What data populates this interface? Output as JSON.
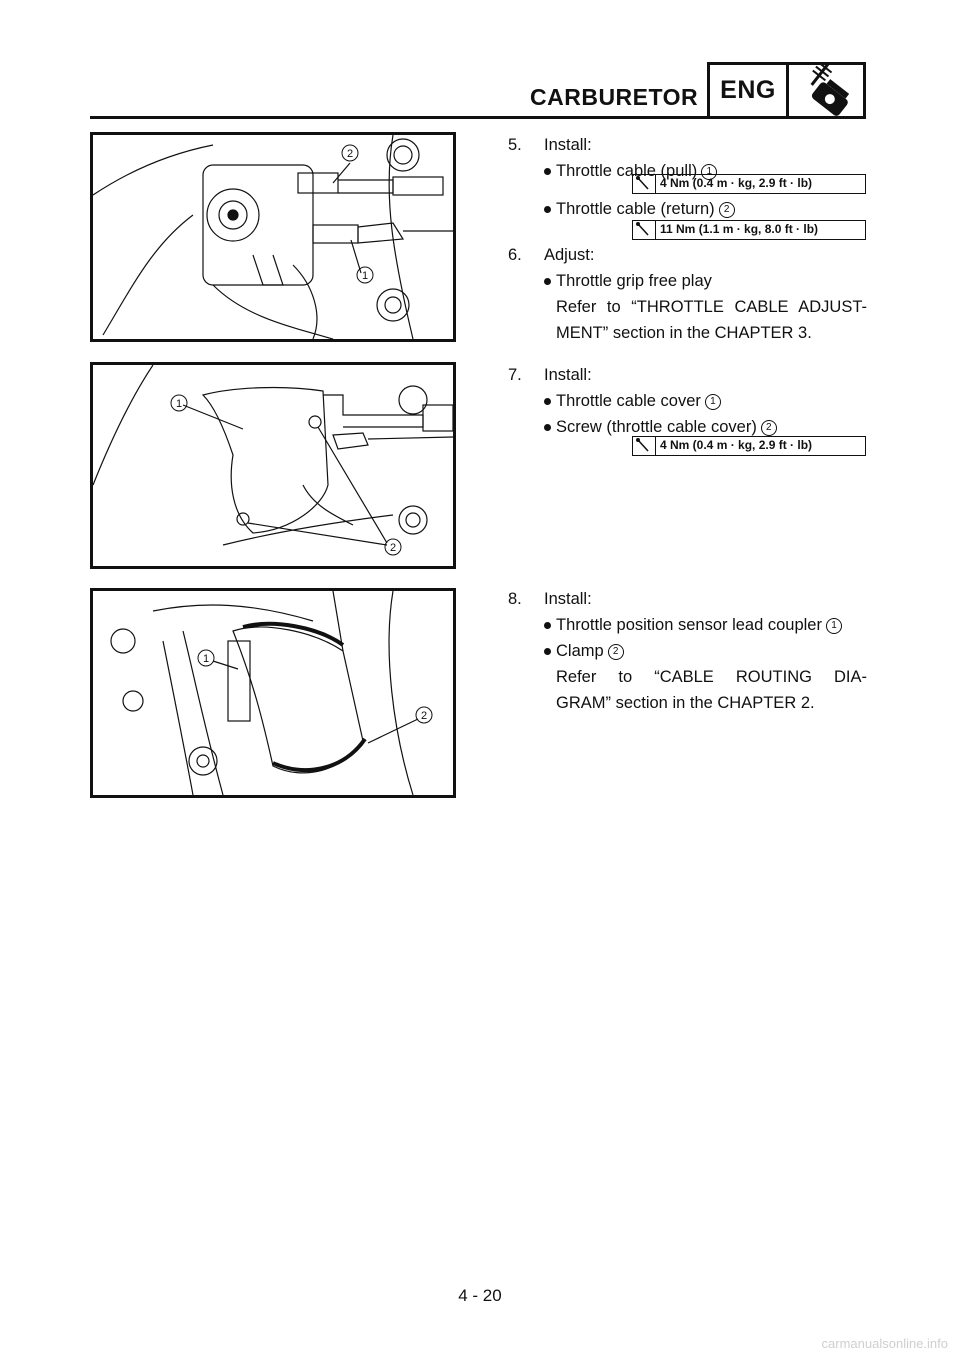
{
  "header": {
    "section_title": "CARBURETOR",
    "tab_label": "ENG",
    "tab_icon": "engine-piston-icon"
  },
  "steps": [
    {
      "number": "5.",
      "action": "Install:",
      "bullets": [
        {
          "text": "Throttle cable (pull)",
          "callout": "1",
          "torque": "4 Nm (0.4 m · kg, 2.9 ft · lb)"
        },
        {
          "text": "Throttle cable (return)",
          "callout": "2",
          "torque": "11 Nm (1.1 m · kg, 8.0 ft · lb)"
        }
      ]
    },
    {
      "number": "6.",
      "action": "Adjust:",
      "bullets": [
        {
          "text": "Throttle grip free play"
        }
      ],
      "refer": [
        "Refer to “THROTTLE CABLE ADJUST-",
        "MENT” section in the CHAPTER 3."
      ]
    },
    {
      "number": "7.",
      "action": "Install:",
      "bullets": [
        {
          "text": "Throttle cable cover",
          "callout": "1"
        },
        {
          "text": "Screw (throttle cable cover)",
          "callout": "2",
          "torque": "4 Nm (0.4 m · kg, 2.9 ft · lb)"
        }
      ]
    },
    {
      "number": "8.",
      "action": "Install:",
      "bullets": [
        {
          "text": "Throttle position sensor lead coupler",
          "callout": "1"
        },
        {
          "text": "Clamp",
          "callout": "2"
        }
      ],
      "refer": [
        "Refer to “CABLE ROUTING DIA-",
        "GRAM” section in the CHAPTER 2."
      ]
    }
  ],
  "figures": [
    {
      "callouts": [
        "2",
        "1"
      ]
    },
    {
      "callouts": [
        "1",
        "2"
      ]
    },
    {
      "callouts": [
        "1",
        "2"
      ]
    }
  ],
  "page_number": "4 - 20",
  "footer": "carmanualsonline.info"
}
